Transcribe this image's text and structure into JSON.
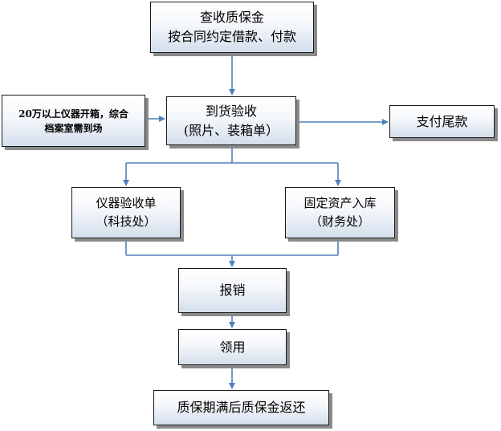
{
  "nodes": {
    "inspect_deposit": {
      "line1": "查收质保金",
      "line2": "按合同约定借款、付款"
    },
    "unboxing_note": {
      "line1": "20万以上仪器开箱，综合",
      "line2": "档案室需到场"
    },
    "arrival_check": {
      "line1": "到货验收",
      "line2": "(照片、装箱单）"
    },
    "final_payment": {
      "line1": "支付尾款"
    },
    "instrument_receipt": {
      "line1": "仪器验收单",
      "line2": "（科技处）"
    },
    "asset_warehousing": {
      "line1": "固定资产入库",
      "line2": "（财务处）"
    },
    "reimbursement": {
      "line1": "报销"
    },
    "requisition": {
      "line1": "领用"
    },
    "deposit_return": {
      "line1": "质保期满后质保金返还"
    }
  },
  "colors": {
    "connector": "#4f81bd",
    "box_border": "#1a1a1a",
    "box_shadow": "#8a8a8a",
    "box_gradient_top": "#ffffff",
    "box_gradient_bottom": "#d3deeb"
  }
}
